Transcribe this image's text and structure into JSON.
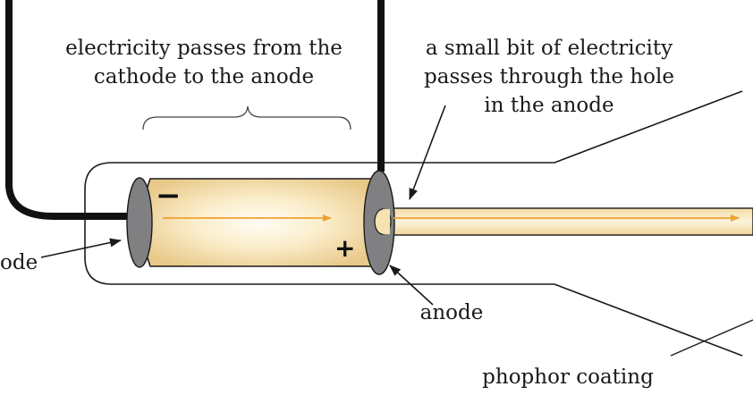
{
  "labels": {
    "cathode_to_anode": "electricity passes from the\ncathode to the anode",
    "hole_in_anode": "a small bit of electricity\npasses through the hole\nin the anode",
    "cathode": "ode",
    "anode": "anode",
    "coating": "phophor coating"
  },
  "signs": {
    "negative": "−",
    "positive": "+"
  },
  "colors": {
    "line": "#1a1a1a",
    "glow": "#f6dfa6",
    "electrode": "#808083",
    "arrow": "#f0a030"
  }
}
